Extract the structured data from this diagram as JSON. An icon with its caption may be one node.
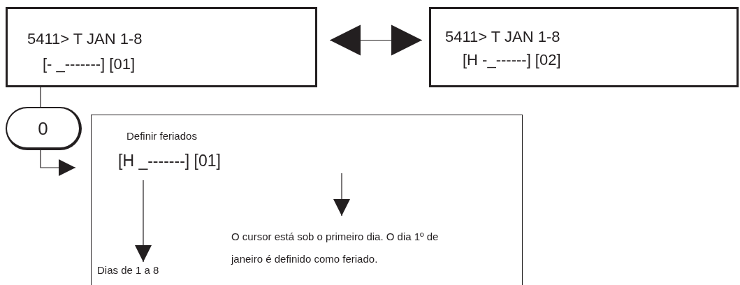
{
  "diagram": {
    "nodes": [
      {
        "text": [
          "5411> T JAN 1-8",
          "[- _-------] [01]"
        ]
      },
      {
        "text": [
          "5411> T JAN 1-8",
          "[H -_------] [02]"
        ]
      },
      {
        "text": [
          "0"
        ]
      },
      {
        "text": [
          "Definir feriados"
        ]
      },
      {
        "text": [
          "[H _-------] [01]"
        ],
        "in": 3
      },
      {
        "text": [
          "Dias de 1 a 8"
        ],
        "in": 3
      },
      {
        "text": [
          "O cursor está sob o primeiro dia. O dia 1º de janeiro é definido como feriado."
        ],
        "in": 3
      }
    ],
    "edges": [
      {
        "from": 0,
        "to": 1,
        "arrow": "both"
      },
      {
        "from": 0,
        "to": 2,
        "arrow": "none"
      },
      {
        "from": 2,
        "to": 3,
        "arrow": "to"
      },
      {
        "from": 4,
        "to": 5,
        "arrow": "to"
      },
      {
        "from": null,
        "to": 6,
        "arrow": "to"
      }
    ]
  }
}
